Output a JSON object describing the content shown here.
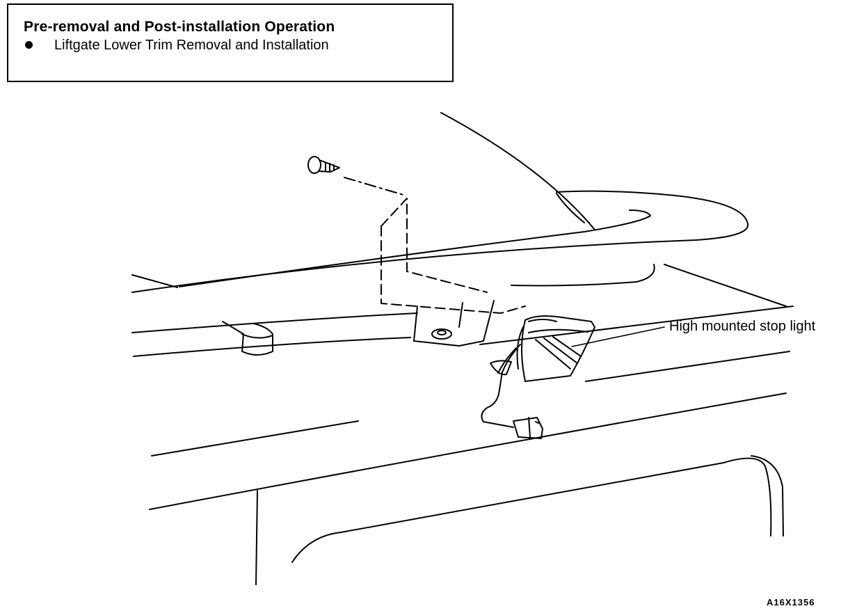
{
  "operation_box": {
    "title": "Pre-removal and Post-installation Operation",
    "items": [
      "Liftgate Lower Trim Removal and Installation"
    ]
  },
  "callouts": {
    "stop_light": "High mounted stop light"
  },
  "figure_id": "A16X1356"
}
